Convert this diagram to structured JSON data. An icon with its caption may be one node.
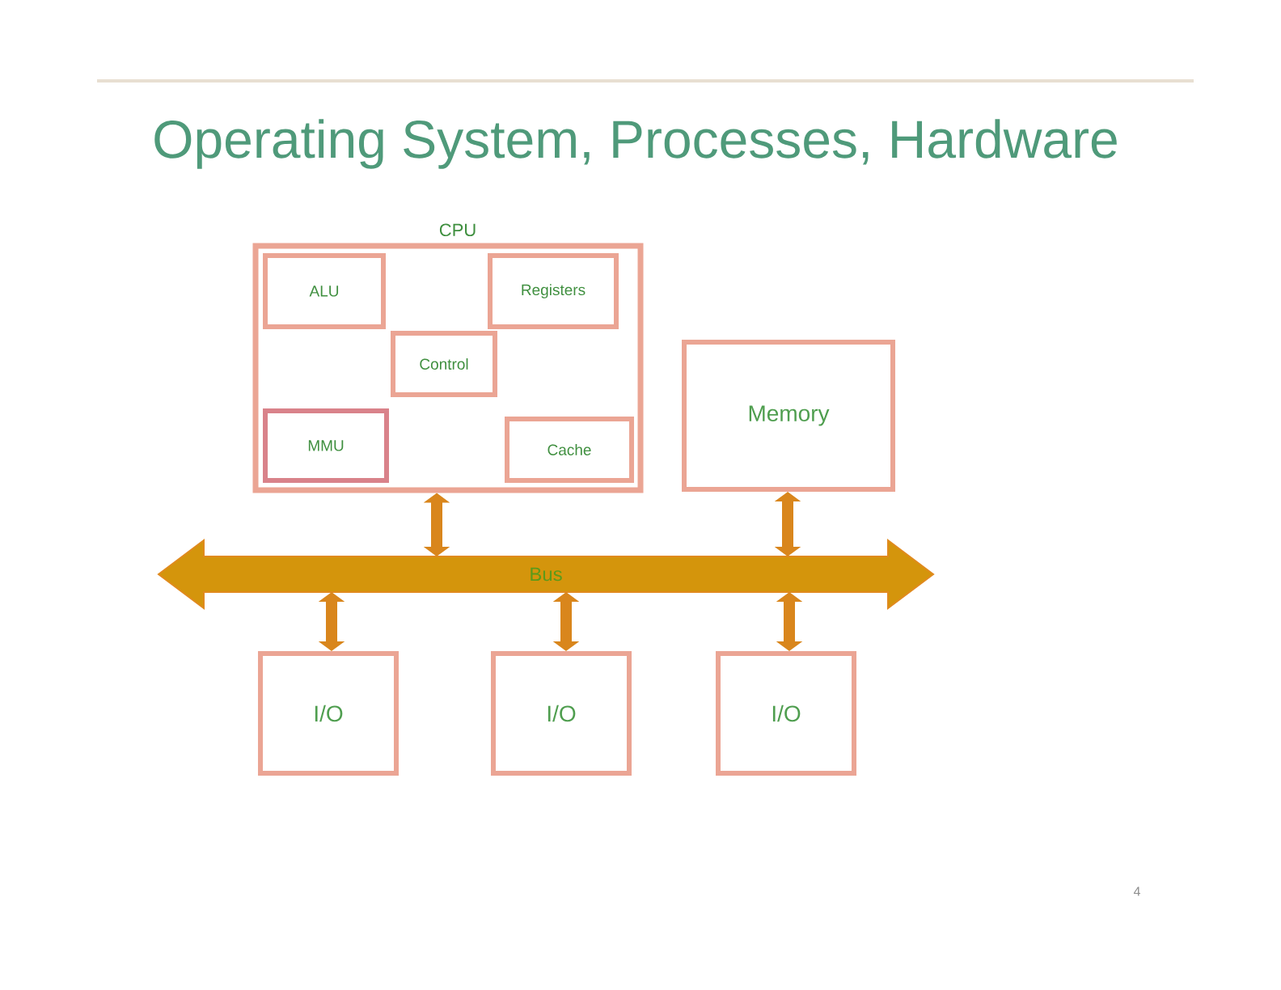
{
  "diagram": {
    "title": "Operating System, Processes, Hardware",
    "nodes": [
      {
        "text": [
          "CPU"
        ]
      },
      {
        "text": [
          "ALU"
        ],
        "in": 0
      },
      {
        "text": [
          "Registers"
        ],
        "in": 0
      },
      {
        "text": [
          "Control"
        ],
        "in": 0
      },
      {
        "text": [
          "MMU"
        ],
        "in": 0
      },
      {
        "text": [
          "Cache"
        ],
        "in": 0
      },
      {
        "text": [
          "Memory"
        ]
      },
      {
        "text": [
          "Bus"
        ]
      },
      {
        "text": [
          "I/O"
        ]
      },
      {
        "text": [
          "I/O"
        ]
      },
      {
        "text": [
          "I/O"
        ]
      }
    ],
    "edges": [
      {
        "from": 0,
        "to": 7,
        "arrow": "both"
      },
      {
        "from": 6,
        "to": 7,
        "arrow": "both"
      },
      {
        "from": 7,
        "to": 8,
        "arrow": "both"
      },
      {
        "from": 7,
        "to": 9,
        "arrow": "both"
      },
      {
        "from": 7,
        "to": 10,
        "arrow": "both"
      }
    ],
    "labels": [
      "4"
    ]
  }
}
